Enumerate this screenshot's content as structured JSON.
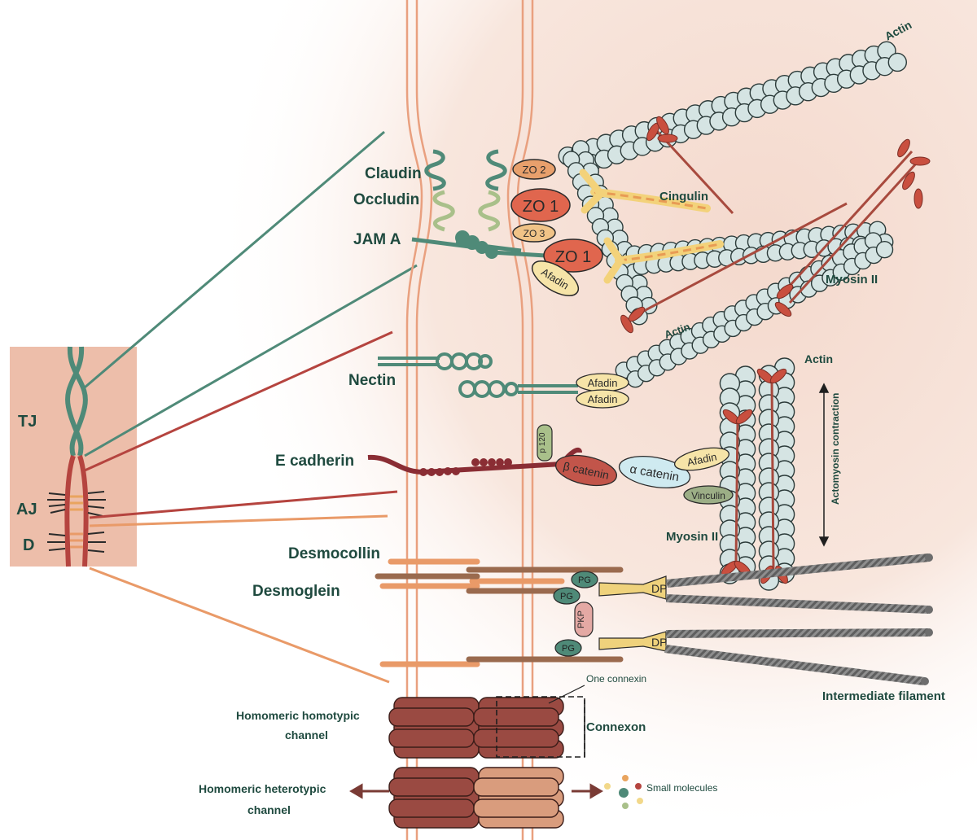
{
  "labels": {
    "tj": "TJ",
    "aj": "AJ",
    "d": "D",
    "claudin": "Claudin",
    "occludin": "Occludin",
    "jam_a": "JAM A",
    "nectin": "Nectin",
    "e_cadherin": "E cadherin",
    "desmocollin": "Desmocollin",
    "desmoglein": "Desmoglein",
    "homotypic": [
      "Homomeric homotypic",
      "channel"
    ],
    "heterotypic": [
      "Homomeric heterotypic",
      "channel"
    ],
    "one_connexin": "One connexin",
    "connexon": "Connexon",
    "small_molecules": "Small molecules",
    "actin_top": "Actin",
    "actin_mid": "Actin",
    "actin_right": "Actin",
    "cingulin": "Cingulin",
    "myosin_top": "Myosin II",
    "myosin_bottom": "Myosin II",
    "actomyosin": "Actomyosin contraction",
    "intermediate_filament": "Intermediate filament"
  },
  "proteins": {
    "zo2": "ZO 2",
    "zo1a": "ZO 1",
    "zo3": "ZO 3",
    "zo1b": "ZO 1",
    "afadin_tj": "Afadin",
    "afadin_n1": "Afadin",
    "afadin_n2": "Afadin",
    "afadin_aj": "Afadin",
    "p120": "p 120",
    "beta_catenin": "β catenin",
    "alpha_catenin": "α catenin",
    "vinculin": "Vinculin",
    "pg1": "PG",
    "pg2": "PG",
    "pg3": "PG",
    "pkp": "PKP",
    "dp1": "DP",
    "dp2": "DP"
  },
  "colors": {
    "tj_green": "#4f8a78",
    "occludin_green": "#a9c08a",
    "aj_red": "#b5443f",
    "d_orange": "#e99a68",
    "actin_fill": "#d5e4e3",
    "dark_text": "#1f4a3f",
    "connexin_dark": "#9a4a42",
    "connexin_light": "#d99c7d"
  }
}
